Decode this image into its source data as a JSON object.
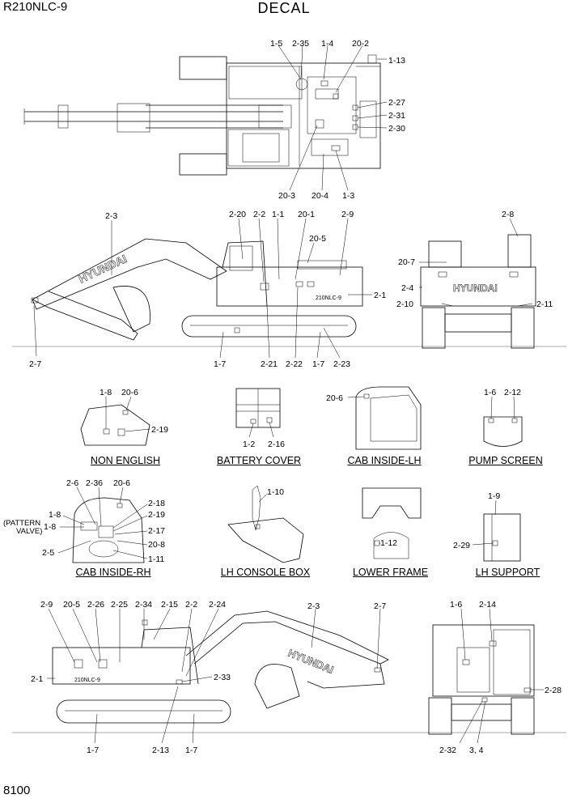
{
  "header": {
    "model": "R210NLC-9",
    "title": "DECAL"
  },
  "footer": {
    "page": "8100"
  },
  "captions": {
    "non_english": "NON ENGLISH",
    "battery_cover": "BATTERY COVER",
    "cab_inside_lh": "CAB INSIDE-LH",
    "pump_screen": "PUMP SCREEN",
    "cab_inside_rh": "CAB INSIDE-RH",
    "lh_console_box": "LH CONSOLE BOX",
    "lower_frame": "LOWER FRAME",
    "lh_support": "LH SUPPORT"
  },
  "views": {
    "top_view": [
      "1-5",
      "2-35",
      "1-4",
      "20-2",
      "1-13",
      "2-27",
      "2-31",
      "2-30",
      "20-3",
      "20-4",
      "1-3"
    ],
    "left_side_view": [
      "2-3",
      "2-20",
      "2-2",
      "1-1",
      "20-1",
      "2-9",
      "20-5",
      "2-1",
      "2-7",
      "1-7",
      "2-21",
      "2-22",
      "1-7",
      "2-23"
    ],
    "rear_view": [
      "2-8",
      "20-7",
      "2-4",
      "2-10",
      "2-11"
    ],
    "non_english": [
      "1-8",
      "20-6",
      "2-19"
    ],
    "battery_cover": [
      "1-2",
      "2-16"
    ],
    "cab_inside_lh": [
      "20-6"
    ],
    "pump_screen": [
      "1-6",
      "2-12"
    ],
    "cab_inside_rh": [
      "2-6",
      "2-36",
      "20-6",
      "2-18",
      "1-8",
      "2-19",
      "(PATTERN",
      "VALVE)",
      "1-8",
      "2-17",
      "20-8",
      "2-5",
      "1-11"
    ],
    "lh_console_box": [
      "1-10"
    ],
    "lower_frame": [
      "1-12"
    ],
    "lh_support": [
      "1-9",
      "2-29"
    ],
    "right_side_view": [
      "2-9",
      "20-5",
      "2-26",
      "2-25",
      "2-34",
      "2-15",
      "2-2",
      "2-24",
      "2-3",
      "2-7",
      "2-1",
      "2-33",
      "1-7",
      "2-13",
      "1-7"
    ],
    "front_view": [
      "1-6",
      "2-14",
      "2-28",
      "2-32",
      "3, 4"
    ]
  },
  "decal_text": {
    "brand": "HYUNDAI",
    "model_badge": "210NLC-9"
  }
}
